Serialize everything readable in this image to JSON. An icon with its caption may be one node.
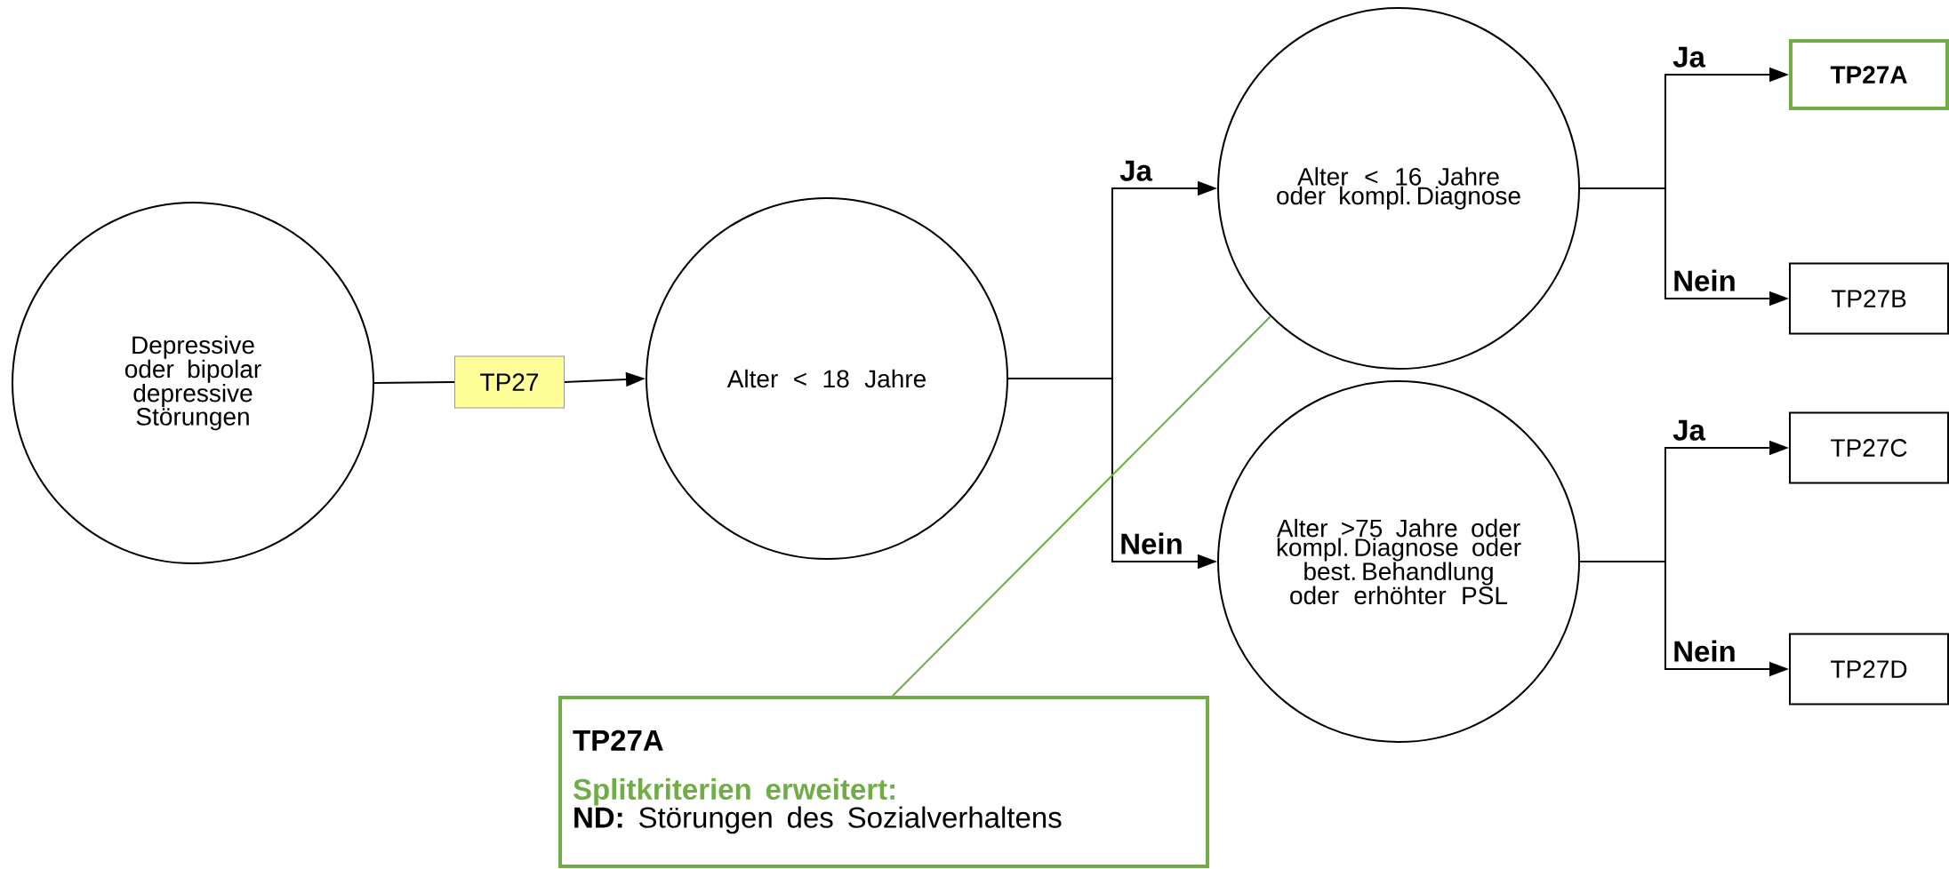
{
  "diagram": {
    "nodes": [
      {
        "text": [
          "Depressive oder bipolar depressive Störungen"
        ]
      },
      {
        "text": [
          "TP27"
        ]
      },
      {
        "text": [
          "Alter < 18 Jahre"
        ]
      },
      {
        "text": [
          "Alter < 16 Jahre oder kompl. Diagnose"
        ]
      },
      {
        "text": [
          "Alter >75 Jahre oder kompl. Diagnose oder best. Behandlung oder erhöhter PSL"
        ]
      },
      {
        "text": [
          "TP27A"
        ]
      },
      {
        "text": [
          "TP27B"
        ]
      },
      {
        "text": [
          "TP27C"
        ]
      },
      {
        "text": [
          "TP27D"
        ]
      },
      {
        "text": [
          "TP27A",
          "Splitkriterien erweitert:",
          "**ND:** Störungen des Sozialverhaltens"
        ]
      }
    ],
    "edges": [
      {
        "from": 0,
        "to": 1,
        "arrow": "none"
      },
      {
        "from": 1,
        "to": 2,
        "arrow": "to"
      },
      {
        "from": 2,
        "to": 3,
        "arrow": "to",
        "label": "Ja"
      },
      {
        "from": 2,
        "to": 4,
        "arrow": "to",
        "label": "Nein"
      },
      {
        "from": 3,
        "to": 5,
        "arrow": "to",
        "label": "Ja"
      },
      {
        "from": 3,
        "to": 6,
        "arrow": "to",
        "label": "Nein"
      },
      {
        "from": 4,
        "to": 7,
        "arrow": "to",
        "label": "Ja"
      },
      {
        "from": 4,
        "to": 8,
        "arrow": "to",
        "label": "Nein"
      },
      {
        "from": 9,
        "to": 3,
        "arrow": "none",
        "color": "#70ad47"
      }
    ]
  }
}
